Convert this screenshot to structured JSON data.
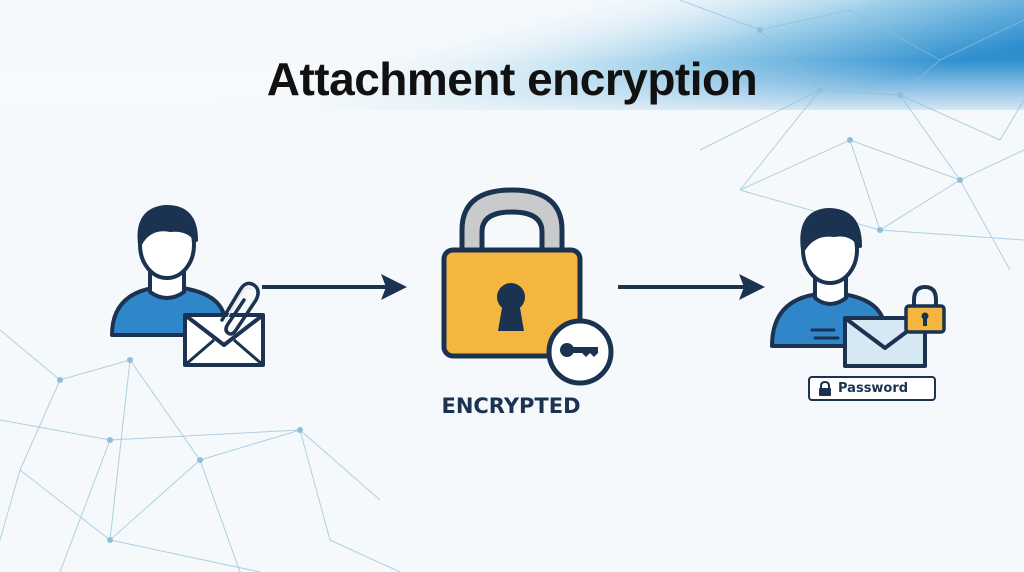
{
  "title": "Attachment encryption",
  "status_label": "ENCRYPTED",
  "password_field": {
    "label": "Password",
    "icon": "lock-icon"
  },
  "colors": {
    "navy": "#1b3350",
    "blue": "#2f86c8",
    "lock_gold": "#f4b63f",
    "shackle_gray": "#c9cacc",
    "envelope": "#d7e8f5"
  },
  "steps": [
    {
      "role": "sender",
      "icons": [
        "person-icon",
        "envelope-icon",
        "paperclip-icon"
      ]
    },
    {
      "role": "encryption",
      "icons": [
        "padlock-icon",
        "key-icon"
      ]
    },
    {
      "role": "recipient",
      "icons": [
        "person-icon",
        "envelope-icon",
        "lock-icon"
      ]
    }
  ]
}
